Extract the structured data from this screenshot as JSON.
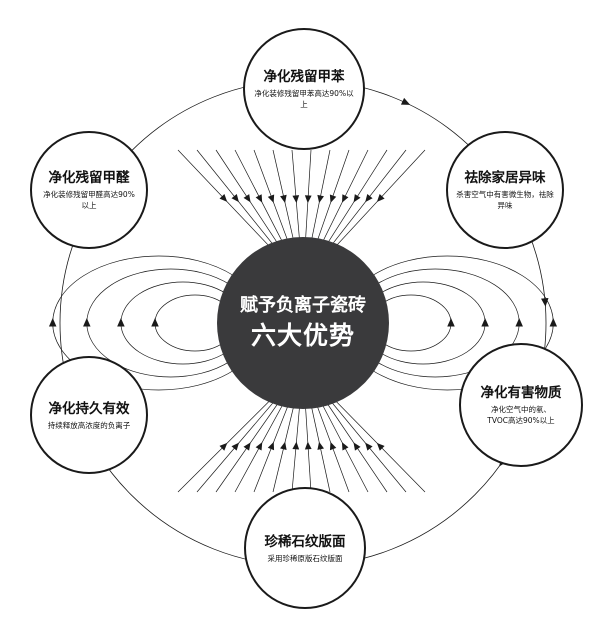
{
  "colors": {
    "hub_fill": "#3a3a3c",
    "stroke": "#1a1a1a",
    "text": "#111111",
    "background": "#ffffff"
  },
  "center": {
    "line1": "赋予负离子瓷砖",
    "line2": "六大优势"
  },
  "benefits": [
    {
      "id": "benzene",
      "title": "净化残留甲苯",
      "desc": "净化装修残留甲苯高达90%以上"
    },
    {
      "id": "odor",
      "title": "祛除家居异味",
      "desc": "杀害空气中有害微生物，祛除异味"
    },
    {
      "id": "harmful",
      "title": "净化有害物质",
      "desc": "净化空气中的氡、TVOC高达90%以上"
    },
    {
      "id": "stone",
      "title": "珍稀石纹版面",
      "desc": "采用珍稀原版石纹版面"
    },
    {
      "id": "lasting",
      "title": "净化持久有效",
      "desc": "持续释放高浓度的负离子"
    },
    {
      "id": "formaldehyde",
      "title": "净化残留甲醛",
      "desc": "净化装修残留甲醛高达90%以上"
    }
  ]
}
